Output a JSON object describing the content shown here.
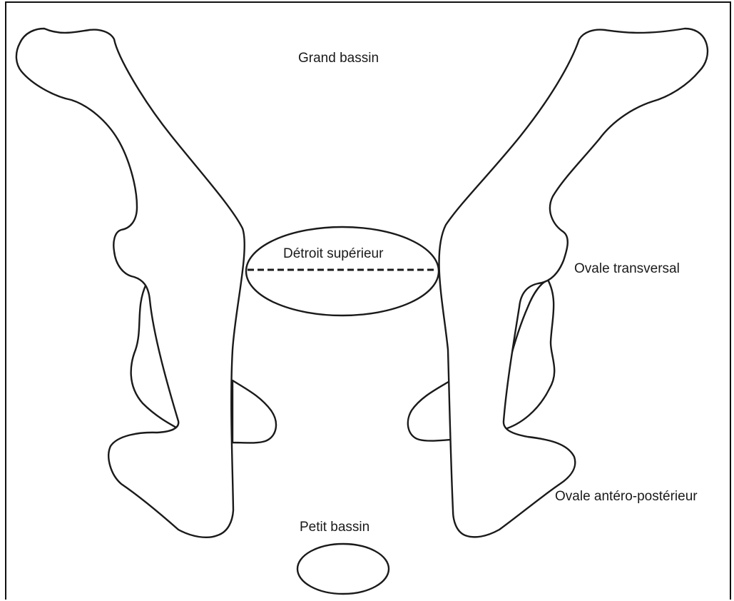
{
  "labels": {
    "grand_bassin": "Grand bassin",
    "detroit_superieur": "Détroit supérieur",
    "ovale_transversal": "Ovale transversal",
    "ovale_antero_posterieur": "Ovale antéro-postérieur",
    "petit_bassin": "Petit bassin"
  }
}
